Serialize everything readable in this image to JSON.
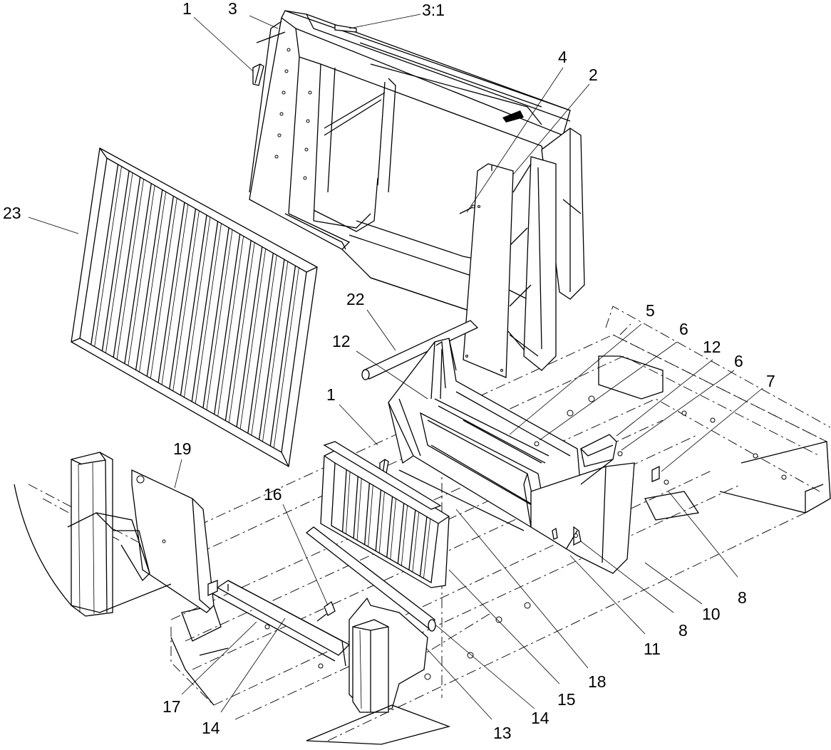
{
  "callouts": [
    {
      "id": "c1a",
      "label": "1"
    },
    {
      "id": "c3",
      "label": "3"
    },
    {
      "id": "c3-1",
      "label": "3:1"
    },
    {
      "id": "c4",
      "label": "4"
    },
    {
      "id": "c2",
      "label": "2"
    },
    {
      "id": "c23",
      "label": "23"
    },
    {
      "id": "c22",
      "label": "22"
    },
    {
      "id": "c12a",
      "label": "12"
    },
    {
      "id": "c5",
      "label": "5"
    },
    {
      "id": "c6a",
      "label": "6"
    },
    {
      "id": "c12b",
      "label": "12"
    },
    {
      "id": "c6b",
      "label": "6"
    },
    {
      "id": "c7",
      "label": "7"
    },
    {
      "id": "c1b",
      "label": "1"
    },
    {
      "id": "c19",
      "label": "19"
    },
    {
      "id": "c16",
      "label": "16"
    },
    {
      "id": "c8a",
      "label": "8"
    },
    {
      "id": "c10",
      "label": "10"
    },
    {
      "id": "c8b",
      "label": "8"
    },
    {
      "id": "c11",
      "label": "11"
    },
    {
      "id": "c18",
      "label": "18"
    },
    {
      "id": "c15",
      "label": "15"
    },
    {
      "id": "c14a",
      "label": "14"
    },
    {
      "id": "c17",
      "label": "17"
    },
    {
      "id": "c14b",
      "label": "14"
    },
    {
      "id": "c13",
      "label": "13"
    }
  ]
}
